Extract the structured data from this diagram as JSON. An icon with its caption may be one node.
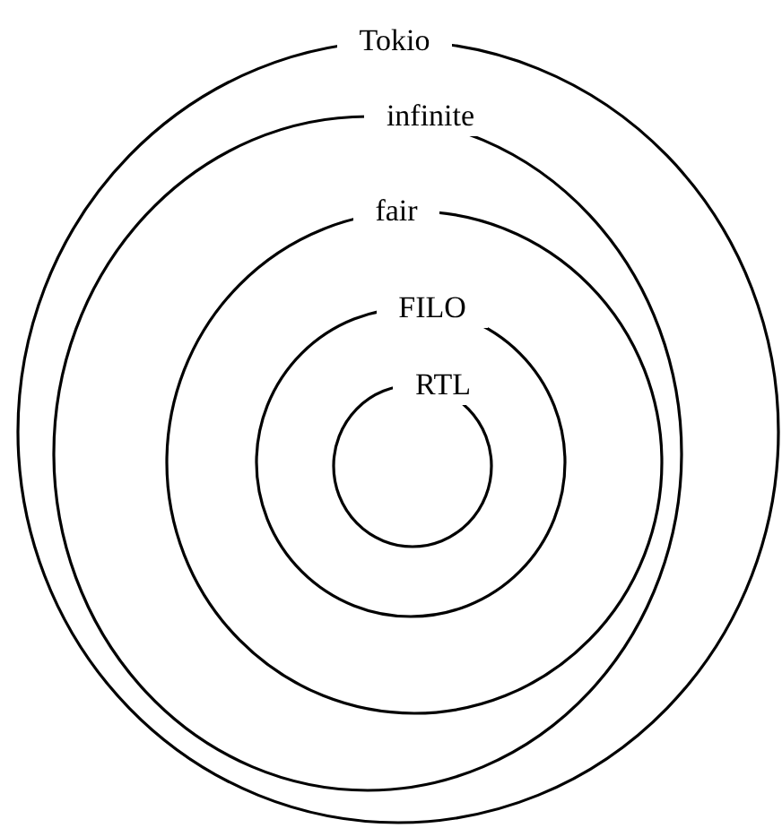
{
  "diagram": {
    "nodes": [
      {
        "text": [
          "Tokio"
        ]
      },
      {
        "text": [
          "infinite"
        ],
        "in": 0
      },
      {
        "text": [
          "fair"
        ],
        "in": 1
      },
      {
        "text": [
          "FILO"
        ],
        "in": 2
      },
      {
        "text": [
          "RTL"
        ],
        "in": 3
      }
    ]
  }
}
